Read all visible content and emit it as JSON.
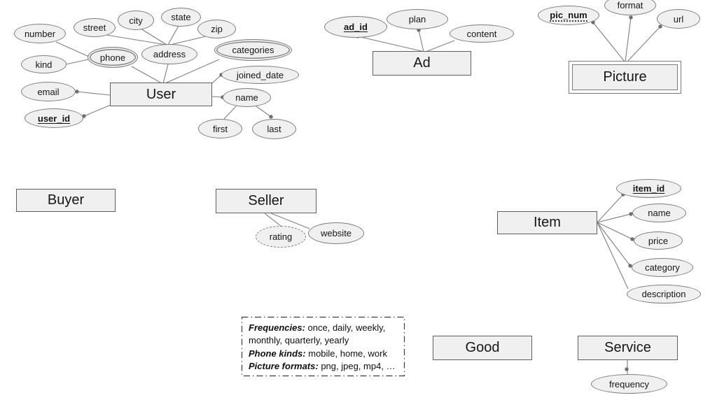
{
  "diagram": {
    "entities": {
      "user": "User",
      "ad": "Ad",
      "picture": "Picture",
      "buyer": "Buyer",
      "seller": "Seller",
      "item": "Item",
      "good": "Good",
      "service": "Service"
    },
    "attributes": {
      "number": "number",
      "street": "street",
      "city": "city",
      "state": "state",
      "zip": "zip",
      "kind": "kind",
      "phone": "phone",
      "address": "address",
      "categories": "categories",
      "joined_date": "joined_date",
      "email": "email",
      "user_id": "user_id",
      "name": "name",
      "first": "first",
      "last": "last",
      "ad_id": "ad_id",
      "plan": "plan",
      "content": "content",
      "pic_num": "pic_num",
      "format": "format",
      "url": "url",
      "rating": "rating",
      "website": "website",
      "item_id": "item_id",
      "item_name": "name",
      "price": "price",
      "category": "category",
      "description": "description",
      "frequency": "frequency"
    },
    "note": {
      "entries": [
        {
          "label": "Frequencies:",
          "text": " once, daily, weekly, monthly, quarterly, yearly"
        },
        {
          "label": "Phone kinds:",
          "text": " mobile, home, work"
        },
        {
          "label": "Picture formats:",
          "text": " png, jpeg, mp4, …"
        }
      ]
    },
    "colors": {
      "shape_fill": "#f0f0f0",
      "shape_stroke": "#7d7d7d",
      "entity_stroke": "#5f5f5f",
      "connector": "#7f7f7f",
      "text": "#161616"
    }
  }
}
